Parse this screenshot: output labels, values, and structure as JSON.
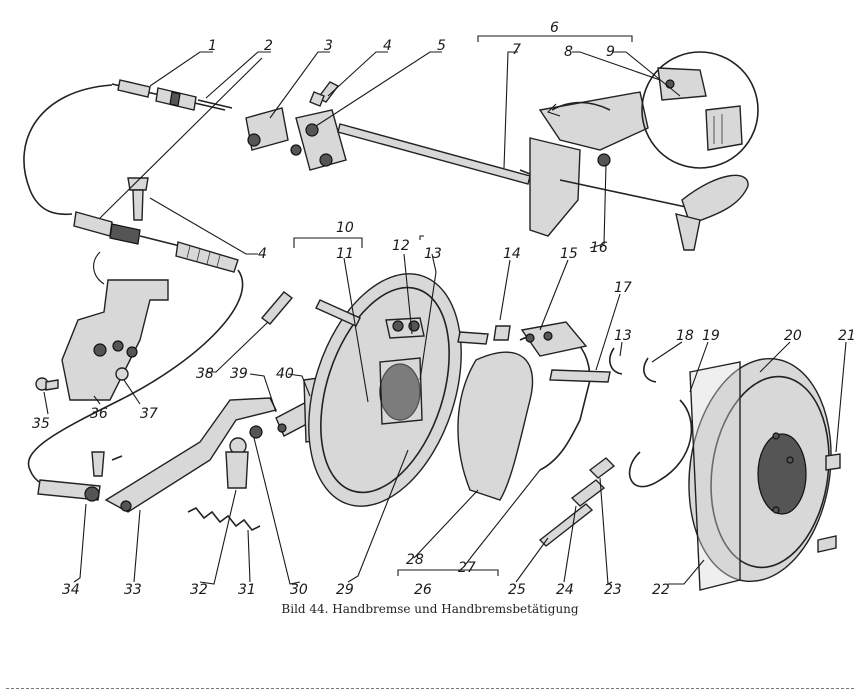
{
  "callouts": [
    {
      "id": "1",
      "label": "1"
    },
    {
      "id": "2",
      "label": "2"
    },
    {
      "id": "3",
      "label": "3"
    },
    {
      "id": "4a",
      "label": "4"
    },
    {
      "id": "4b",
      "label": "4"
    },
    {
      "id": "5",
      "label": "5"
    },
    {
      "id": "6",
      "label": "6"
    },
    {
      "id": "7",
      "label": "7"
    },
    {
      "id": "8",
      "label": "8"
    },
    {
      "id": "9",
      "label": "9"
    },
    {
      "id": "10",
      "label": "10"
    },
    {
      "id": "11",
      "label": "11"
    },
    {
      "id": "12",
      "label": "12"
    },
    {
      "id": "13a",
      "label": "13"
    },
    {
      "id": "13b",
      "label": "13"
    },
    {
      "id": "14",
      "label": "14"
    },
    {
      "id": "15",
      "label": "15"
    },
    {
      "id": "16",
      "label": "16"
    },
    {
      "id": "17",
      "label": "17"
    },
    {
      "id": "18",
      "label": "18"
    },
    {
      "id": "19",
      "label": "19"
    },
    {
      "id": "20",
      "label": "20"
    },
    {
      "id": "21",
      "label": "21"
    },
    {
      "id": "22",
      "label": "22"
    },
    {
      "id": "23",
      "label": "23"
    },
    {
      "id": "24",
      "label": "24"
    },
    {
      "id": "25",
      "label": "25"
    },
    {
      "id": "26",
      "label": "26"
    },
    {
      "id": "27",
      "label": "27"
    },
    {
      "id": "28",
      "label": "28"
    },
    {
      "id": "29",
      "label": "29"
    },
    {
      "id": "30",
      "label": "30"
    },
    {
      "id": "31",
      "label": "31"
    },
    {
      "id": "32",
      "label": "32"
    },
    {
      "id": "33",
      "label": "33"
    },
    {
      "id": "34",
      "label": "34"
    },
    {
      "id": "35",
      "label": "35"
    },
    {
      "id": "36",
      "label": "36"
    },
    {
      "id": "37",
      "label": "37"
    },
    {
      "id": "38",
      "label": "38"
    },
    {
      "id": "39",
      "label": "39"
    },
    {
      "id": "40",
      "label": "40"
    }
  ],
  "caption": "Bild 44. Handbremse und Handbremsbetätigung"
}
